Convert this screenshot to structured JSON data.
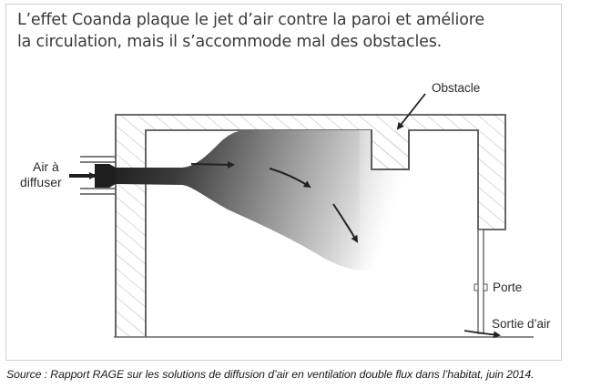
{
  "figure": {
    "heading_line1": "L’effet Coanda plaque le jet d’air contre la paroi et améliore",
    "heading_line2": "la circulation, mais il s’accommode mal des obstacles.",
    "labels": {
      "air_in_line1": "Air à",
      "air_in_line2": "diffuser",
      "obstacle": "Obstacle",
      "door": "Porte",
      "air_out": "Sortie d’air"
    },
    "icons": {
      "inlet_arrow": "arrow-right-icon",
      "flow_arrows": [
        "arrow-right-icon",
        "arrow-down-right-icon",
        "arrow-down-icon"
      ],
      "obstacle_pointer": "arrow-down-left-icon",
      "outlet_arrow": "arrow-right-icon"
    },
    "colors": {
      "wall_stroke": "#555555",
      "hatch": "#c8c8c8",
      "jet_dark": "#1e1e1e",
      "jet_light": "#ffffff",
      "text": "#3a3a3a"
    }
  },
  "caption": "Source : Rapport RAGE sur les solutions de diffusion d’air en ventilation double flux dans l’habitat, juin 2014."
}
